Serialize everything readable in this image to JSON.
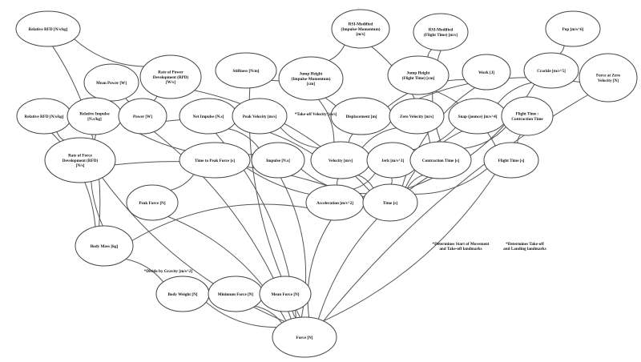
{
  "diagram": {
    "nodes": [
      {
        "id": "rel_rfd_kg",
        "lines": [
          "Relative RFD [N/s/kg]"
        ]
      },
      {
        "id": "rsi_im",
        "lines": [
          "RSI-Modified",
          "(Impulse-Momentum)",
          "[m/s]"
        ]
      },
      {
        "id": "rsi_ft",
        "lines": [
          "RSI-Modified",
          "(Flight Time) [m/s]"
        ]
      },
      {
        "id": "pop",
        "lines": [
          "Pop [m/s^6]"
        ]
      },
      {
        "id": "mean_power",
        "lines": [
          "Mean Power [W]"
        ]
      },
      {
        "id": "rpd",
        "lines": [
          "Rate of Power",
          "Development (RPD)",
          "[W/s]"
        ]
      },
      {
        "id": "stiffness",
        "lines": [
          "Stiffness [N/m]"
        ]
      },
      {
        "id": "jh_im",
        "lines": [
          "Jump Height",
          "(Impulse-Momentum)",
          "[cm]"
        ]
      },
      {
        "id": "jh_ft",
        "lines": [
          "Jump Height",
          "(Flight Time) [cm]"
        ]
      },
      {
        "id": "work",
        "lines": [
          "Work [J]"
        ]
      },
      {
        "id": "crackle",
        "lines": [
          "Crackle [m/s^5]"
        ]
      },
      {
        "id": "force_zero_vel",
        "lines": [
          "Force at Zero",
          "Velocity [N]"
        ]
      },
      {
        "id": "rel_rfd",
        "lines": [
          "Relative RFD [N/s/kg]"
        ]
      },
      {
        "id": "rel_impulse",
        "lines": [
          "Relative Impulse",
          "[N.s/kg]"
        ]
      },
      {
        "id": "power",
        "lines": [
          "Power [W]"
        ]
      },
      {
        "id": "net_impulse",
        "lines": [
          "Net Impulse [N.s]"
        ]
      },
      {
        "id": "peak_velocity",
        "lines": [
          "Peak Velocity [m/s]"
        ]
      },
      {
        "id": "displacement",
        "lines": [
          "Displacement [m]"
        ]
      },
      {
        "id": "zero_velocity",
        "lines": [
          "Zero Velocity [m/s]"
        ]
      },
      {
        "id": "snap",
        "lines": [
          "Snap (jounce) [m/s^4]"
        ]
      },
      {
        "id": "ft_ct",
        "lines": [
          "Flight Time :",
          "Contraction Time"
        ]
      },
      {
        "id": "rfd",
        "lines": [
          "Rate of Force",
          "Development (RFD)",
          "[N/s]"
        ]
      },
      {
        "id": "ttpf",
        "lines": [
          "Time to Peak Force [s]"
        ]
      },
      {
        "id": "impulse",
        "lines": [
          "Impulse [N.s]"
        ]
      },
      {
        "id": "velocity",
        "lines": [
          "Velocity [m/s]"
        ]
      },
      {
        "id": "jerk",
        "lines": [
          "Jerk [m/s^3]"
        ]
      },
      {
        "id": "contraction_time",
        "lines": [
          "Contraction Time [s]"
        ]
      },
      {
        "id": "flight_time",
        "lines": [
          "Flight Time [s]"
        ]
      },
      {
        "id": "peak_force",
        "lines": [
          "Peak Force [N]"
        ]
      },
      {
        "id": "acceleration",
        "lines": [
          "Acceleration [m/s^2]"
        ]
      },
      {
        "id": "time",
        "lines": [
          "Time [s]"
        ]
      },
      {
        "id": "body_mass",
        "lines": [
          "Body Mass [kg]"
        ]
      },
      {
        "id": "body_weight",
        "lines": [
          "Body Weight [N]"
        ]
      },
      {
        "id": "min_force",
        "lines": [
          "Minimum Force [N]"
        ]
      },
      {
        "id": "mean_force",
        "lines": [
          "Mean Force [N]"
        ]
      },
      {
        "id": "force",
        "lines": [
          "Force [N]"
        ]
      }
    ],
    "notes": [
      {
        "id": "takeoff_velocity",
        "lines": [
          "*Take-off Velocity [m/s]"
        ]
      },
      {
        "id": "divide_gravity",
        "lines": [
          "*Divide by Gravity [m/s^2]"
        ]
      },
      {
        "id": "det_start",
        "lines": [
          "*Determines Start of Movement",
          "and Take-off landmarks"
        ]
      },
      {
        "id": "det_takeoff",
        "lines": [
          "*Determines Take-off",
          "and Landing landmarks"
        ]
      }
    ],
    "edges": [
      [
        "force",
        "body_weight"
      ],
      [
        "force",
        "min_force"
      ],
      [
        "force",
        "mean_force"
      ],
      [
        "force",
        "peak_force"
      ],
      [
        "force",
        "acceleration"
      ],
      [
        "force",
        "impulse"
      ],
      [
        "force",
        "rfd"
      ],
      [
        "force",
        "power"
      ],
      [
        "force",
        "contraction_time"
      ],
      [
        "force",
        "flight_time"
      ],
      [
        "force",
        "force_zero_vel"
      ],
      [
        "force",
        "net_impulse"
      ],
      [
        "force",
        "stiffness"
      ],
      [
        "body_weight",
        "body_mass"
      ],
      [
        "body_mass",
        "acceleration"
      ],
      [
        "body_mass",
        "rel_rfd"
      ],
      [
        "body_mass",
        "rel_impulse"
      ],
      [
        "body_mass",
        "rel_rfd_kg"
      ],
      [
        "acceleration",
        "velocity"
      ],
      [
        "acceleration",
        "jerk"
      ],
      [
        "velocity",
        "displacement"
      ],
      [
        "velocity",
        "power"
      ],
      [
        "velocity",
        "peak_velocity"
      ],
      [
        "velocity",
        "jh_im"
      ],
      [
        "velocity",
        "zero_velocity"
      ],
      [
        "impulse",
        "net_impulse"
      ],
      [
        "impulse",
        "rel_impulse"
      ],
      [
        "jerk",
        "snap"
      ],
      [
        "snap",
        "crackle"
      ],
      [
        "crackle",
        "pop"
      ],
      [
        "power",
        "mean_power"
      ],
      [
        "power",
        "rpd"
      ],
      [
        "rpd",
        "rel_rfd_kg"
      ],
      [
        "peak_force",
        "ttpf"
      ],
      [
        "time",
        "ttpf"
      ],
      [
        "time",
        "rfd"
      ],
      [
        "time",
        "impulse"
      ],
      [
        "time",
        "velocity"
      ],
      [
        "time",
        "acceleration"
      ],
      [
        "time",
        "jerk"
      ],
      [
        "time",
        "contraction_time"
      ],
      [
        "time",
        "flight_time"
      ],
      [
        "time",
        "snap"
      ],
      [
        "time",
        "crackle"
      ],
      [
        "time",
        "work"
      ],
      [
        "time",
        "rpd"
      ],
      [
        "rfd",
        "rel_rfd"
      ],
      [
        "flight_time",
        "jh_ft"
      ],
      [
        "flight_time",
        "ft_ct"
      ],
      [
        "contraction_time",
        "ft_ct"
      ],
      [
        "contraction_time",
        "rsi_ft"
      ],
      [
        "contraction_time",
        "rsi_im"
      ],
      [
        "jh_ft",
        "rsi_ft"
      ],
      [
        "jh_im",
        "rsi_im"
      ],
      [
        "displacement",
        "work"
      ],
      [
        "displacement",
        "stiffness"
      ],
      [
        "displacement",
        "force_zero_vel"
      ]
    ]
  }
}
